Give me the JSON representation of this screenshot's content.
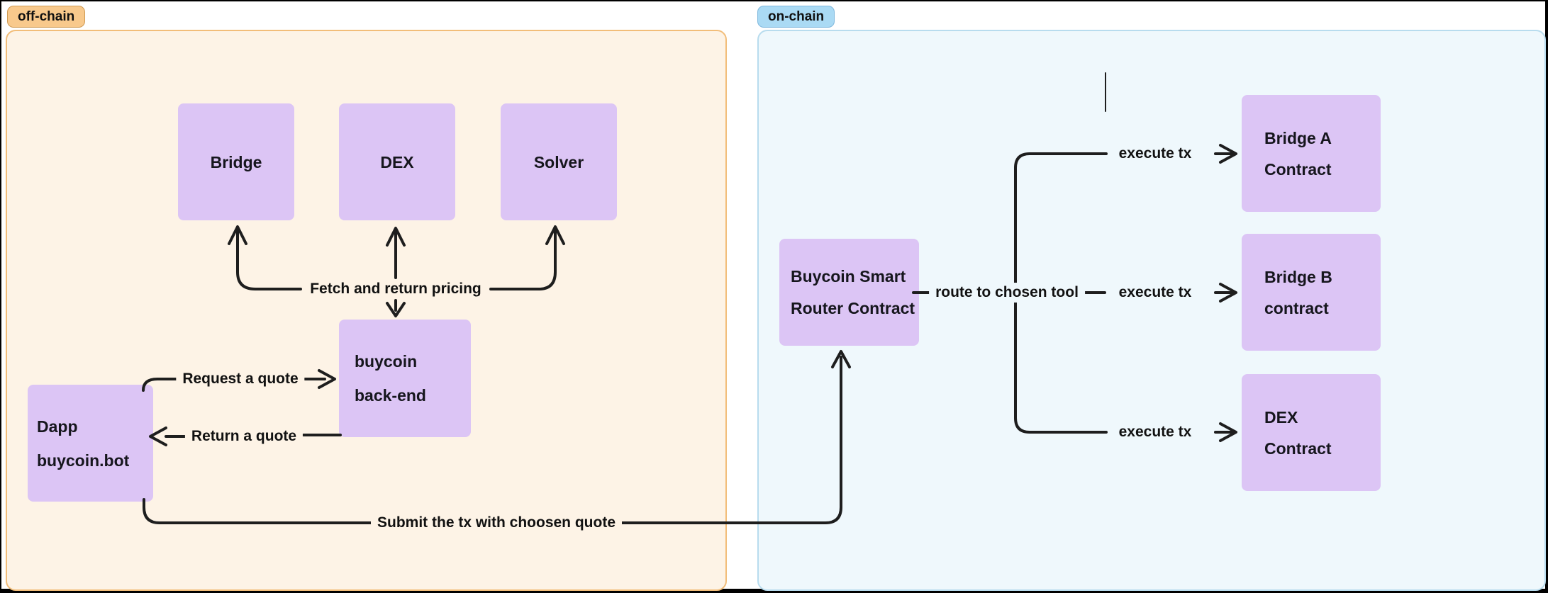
{
  "diagram": {
    "offchain": {
      "tag": "off-chain",
      "nodes": {
        "bridge": {
          "label": "Bridge"
        },
        "dex": {
          "label": "DEX"
        },
        "solver": {
          "label": "Solver"
        },
        "backend": {
          "line1": "buycoin",
          "line2": "back-end"
        },
        "dapp": {
          "line1": "Dapp",
          "line2": "buycoin.bot"
        }
      },
      "edges": {
        "fetch_pricing": "Fetch and return pricing",
        "request_quote": "Request a quote",
        "return_quote": "Return a quote",
        "submit_tx": "Submit the tx with choosen quote"
      }
    },
    "onchain": {
      "tag": "on-chain",
      "nodes": {
        "router": {
          "line1": "Buycoin Smart",
          "line2": "Router Contract"
        },
        "bridge_a": {
          "line1": "Bridge A",
          "line2": "Contract"
        },
        "bridge_b": {
          "line1": "Bridge B",
          "line2": "contract"
        },
        "dex_contract": {
          "line1": "DEX",
          "line2": "Contract"
        }
      },
      "edges": {
        "route": "route to chosen tool",
        "execute_top": "execute tx",
        "execute_mid": "execute tx",
        "execute_bottom": "execute tx"
      }
    },
    "colors": {
      "node_fill": "#dcc5f5",
      "offchain_bg": "#fdf3e6",
      "offchain_border": "#f2bd79",
      "offchain_tag_bg": "#f8c98c",
      "onchain_bg": "#eff8fc",
      "onchain_border": "#b8dcee",
      "onchain_tag_bg": "#aadaf4",
      "stroke": "#1e1e1e"
    }
  }
}
